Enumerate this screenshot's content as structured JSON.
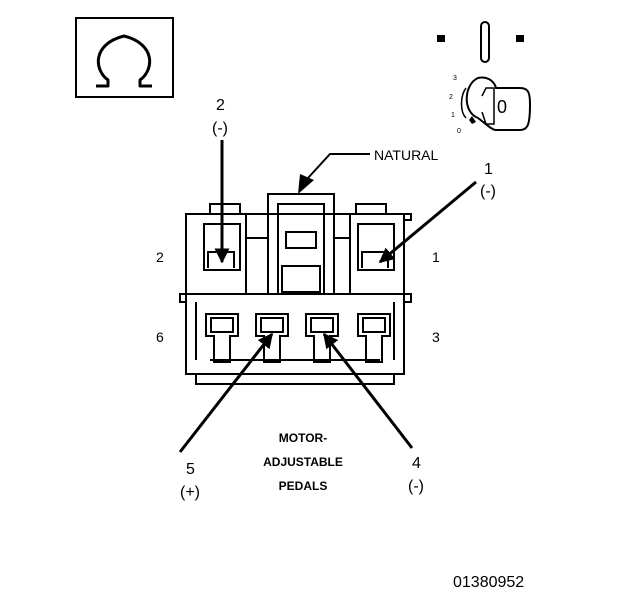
{
  "symbol": {
    "icon": "ohm-meter-icon",
    "glyph": "Ω"
  },
  "ignition": {
    "icon": "ignition-key-icon",
    "positions": [
      "3",
      "2",
      "1",
      "0"
    ],
    "key_label": "0"
  },
  "callouts": {
    "pin2_number": "2",
    "pin2_polarity": "(-)",
    "pin1_number": "1",
    "pin1_polarity": "(-)",
    "pin5_number": "5",
    "pin5_polarity": "(+)",
    "pin4_number": "4",
    "pin4_polarity": "(-)",
    "natural": "NATURAL"
  },
  "cavity_numbers": {
    "left_top": "2",
    "right_top": "1",
    "left_bottom": "6",
    "right_bottom": "3"
  },
  "connector": {
    "lines": [
      "MOTOR-",
      "ADJUSTABLE",
      "PEDALS"
    ]
  },
  "figure_code": "01380952"
}
